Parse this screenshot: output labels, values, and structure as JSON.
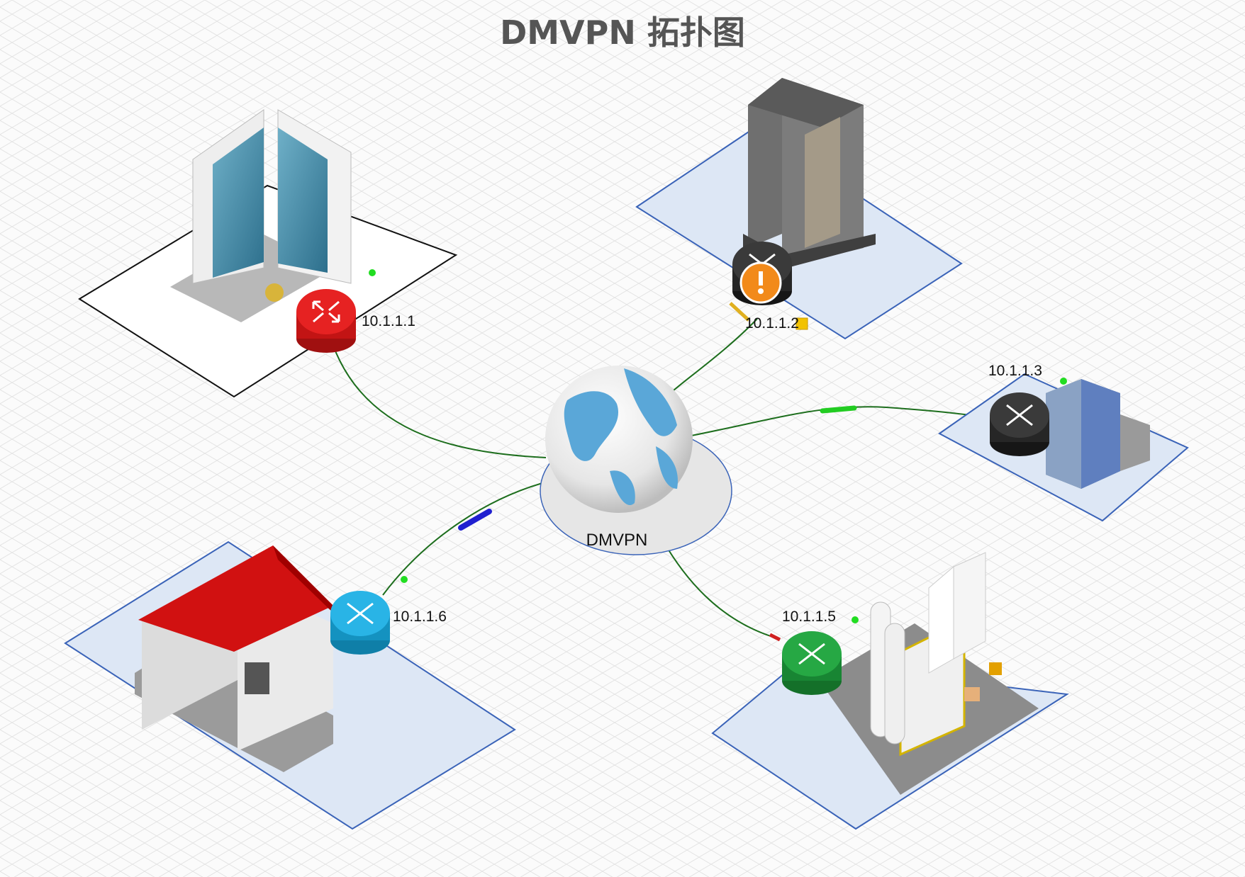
{
  "title": "DMVPN 拓扑图",
  "hub": {
    "label": "DMVPN",
    "icon": "globe-icon"
  },
  "nodes": [
    {
      "id": "n1",
      "ip": "10.1.1.1",
      "router_color": "#d91a1a",
      "building": "twin-tower-icon",
      "status": "up"
    },
    {
      "id": "n2",
      "ip": "10.1.1.2",
      "router_color": "#2c2c2c",
      "building": "office-tower-icon",
      "status": "warning"
    },
    {
      "id": "n3",
      "ip": "10.1.1.3",
      "router_color": "#2c2c2c",
      "building": "office-block-icon",
      "status": "up"
    },
    {
      "id": "n5",
      "ip": "10.1.1.5",
      "router_color": "#1f9a3a",
      "building": "factory-icon",
      "status": "up"
    },
    {
      "id": "n6",
      "ip": "10.1.1.6",
      "router_color": "#1aa3d6",
      "building": "house-icon",
      "status": "up"
    }
  ],
  "colors": {
    "link": "#1d6e1d",
    "status_up": "#22dd22",
    "warning": "#f28a1a",
    "plate_fill": "#dde7f5",
    "plate_stroke": "#3a63b8",
    "grid": "#e2e2e2"
  }
}
